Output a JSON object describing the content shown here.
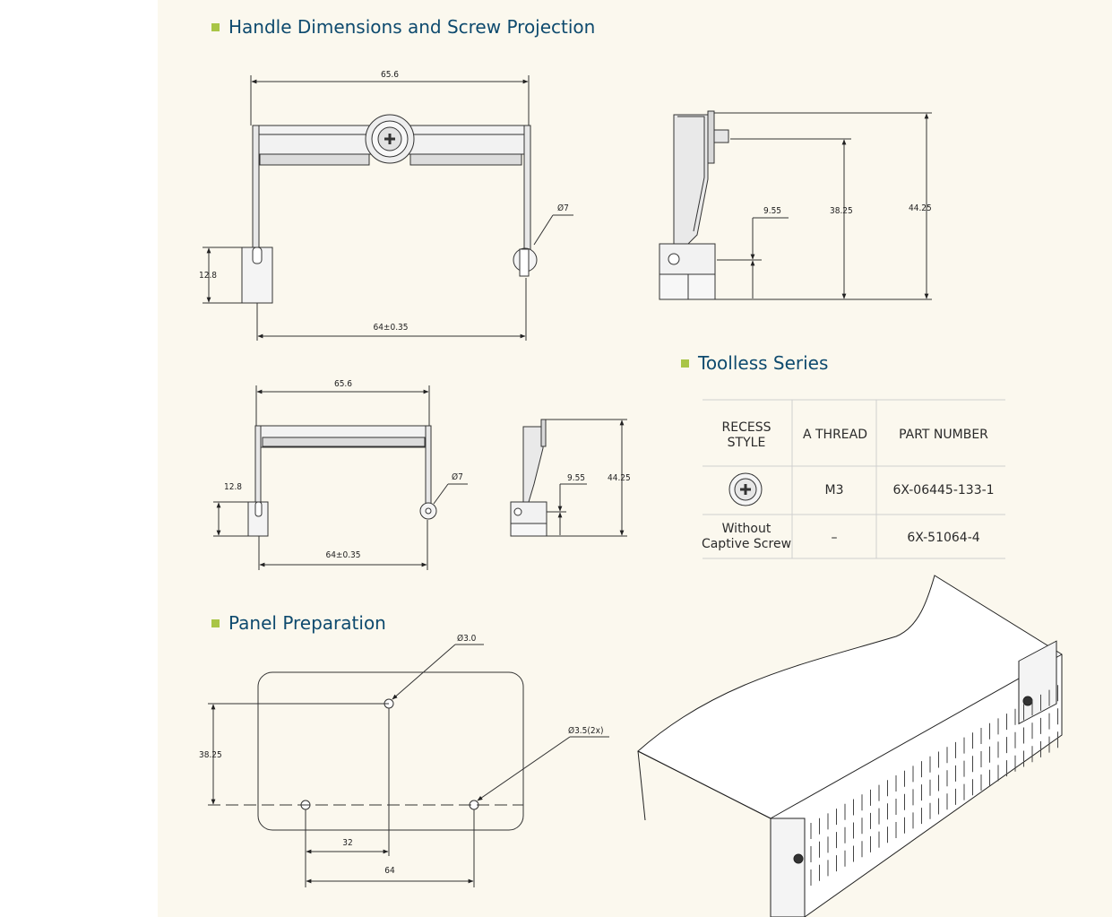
{
  "sections": {
    "handle_title": "Handle Dimensions and Screw Projection",
    "toolless_title": "Toolless Series",
    "panel_title": "Panel Preparation"
  },
  "accent_colors": {
    "heading": "#0e4a6e",
    "bullet": "#a9c546",
    "sheet": "#fbf8ee"
  },
  "drawing1": {
    "width": "65.6",
    "pin_pitch": "64±0.35",
    "foot_height": "12.8",
    "pin_dia": "Ø7"
  },
  "drawing1_side": {
    "offset": "9.55",
    "height_a": "38.25",
    "height_b": "44.25"
  },
  "drawing2": {
    "width": "65.6",
    "pin_pitch": "64±0.35",
    "foot_height": "12.8",
    "pin_dia": "Ø7"
  },
  "drawing2_side": {
    "offset": "9.55",
    "height": "44.25"
  },
  "panel": {
    "hole_top": "Ø3.0",
    "holes_bottom": "Ø3.5(2x)",
    "height": "38.25",
    "half_pitch": "32",
    "pitch": "64"
  },
  "table": {
    "headers": [
      "RECESS STYLE",
      "A THREAD",
      "PART NUMBER"
    ],
    "header_line1": "RECESS",
    "header_line2": "STYLE",
    "rows": [
      {
        "recess": "recess-screw-icon",
        "thread": "M3",
        "part": "6X-06445-133-1"
      },
      {
        "recess_line1": "Without",
        "recess_line2": "Captive Screw",
        "thread": "–",
        "part": "6X-51064-4"
      }
    ]
  }
}
